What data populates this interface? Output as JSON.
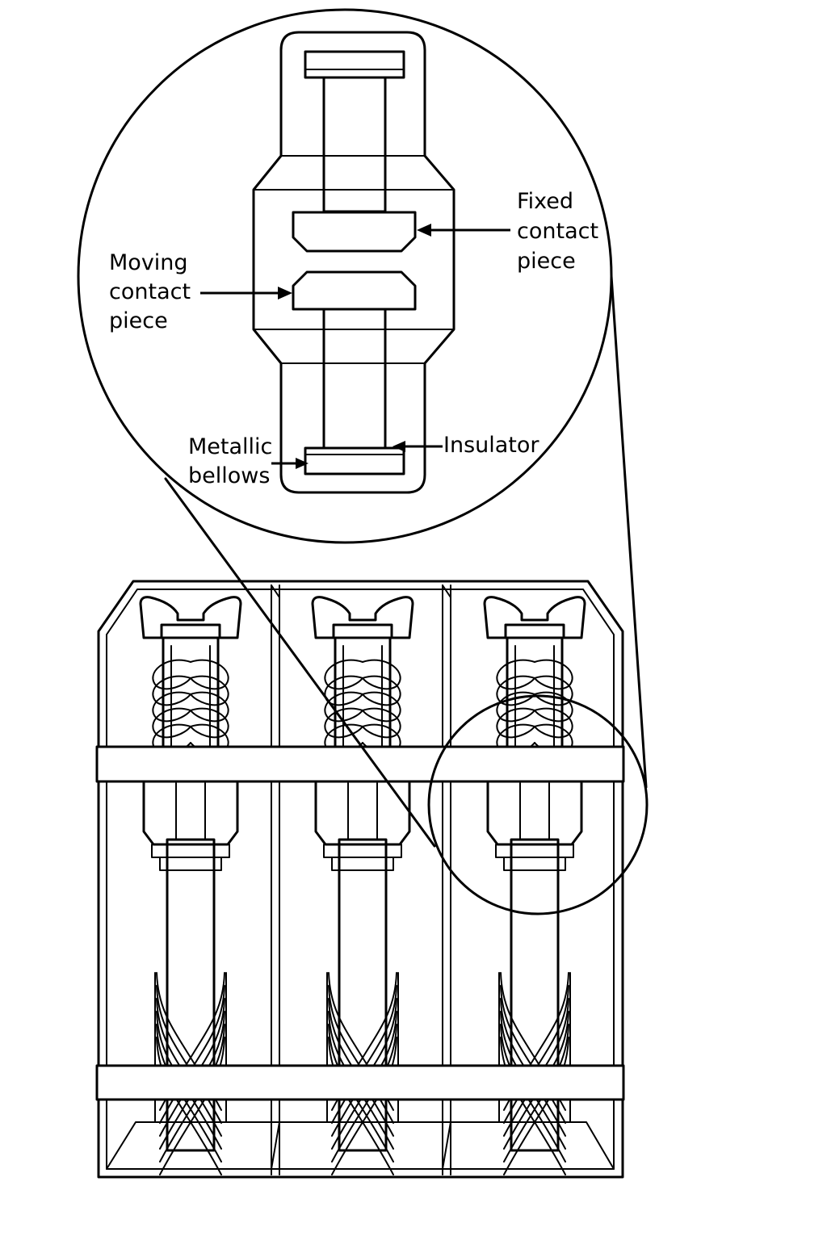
{
  "labels": {
    "fixed_contact": [
      "Fixed",
      "contact",
      "piece"
    ],
    "moving_contact": [
      "Moving",
      "contact",
      "piece"
    ],
    "metallic_bellows": [
      "Metallic",
      "bellows"
    ],
    "insulator": "Insulator"
  },
  "poles": 3,
  "colors": {
    "line": "#000000",
    "background": "#ffffff"
  }
}
